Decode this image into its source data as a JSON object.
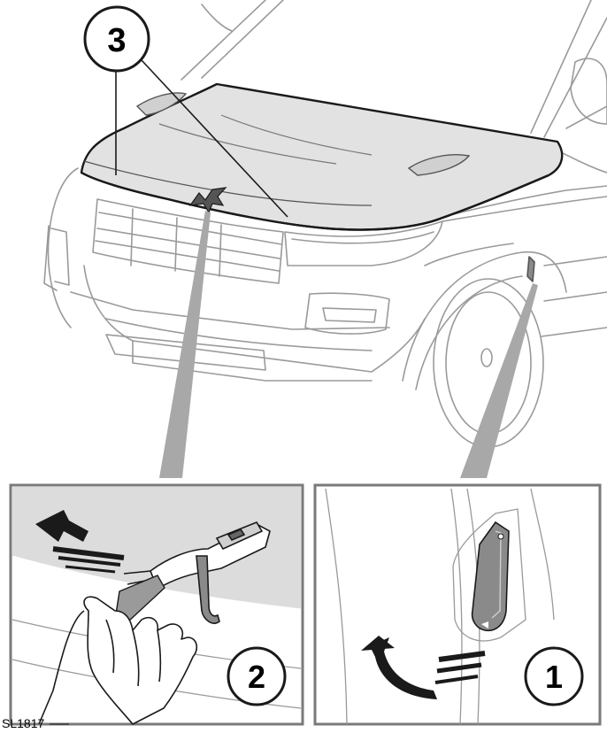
{
  "callouts": {
    "hood_edge": "3",
    "inner_catch": "2",
    "release_lever": "1"
  },
  "reference_code": "SL1817",
  "colors": {
    "line": "#9a9a9a",
    "dark_line": "#1a1a1a",
    "hood_fill": "#e2e2e2",
    "panel_border": "#7a7a7a",
    "lever_fill": "#8a8a8a",
    "pointer": "#a8a8a8"
  },
  "icons": [
    "hood-release-lever-icon",
    "hood-catch-icon",
    "lift-arrow-icon",
    "pull-arrow-icon",
    "hand-icon"
  ]
}
